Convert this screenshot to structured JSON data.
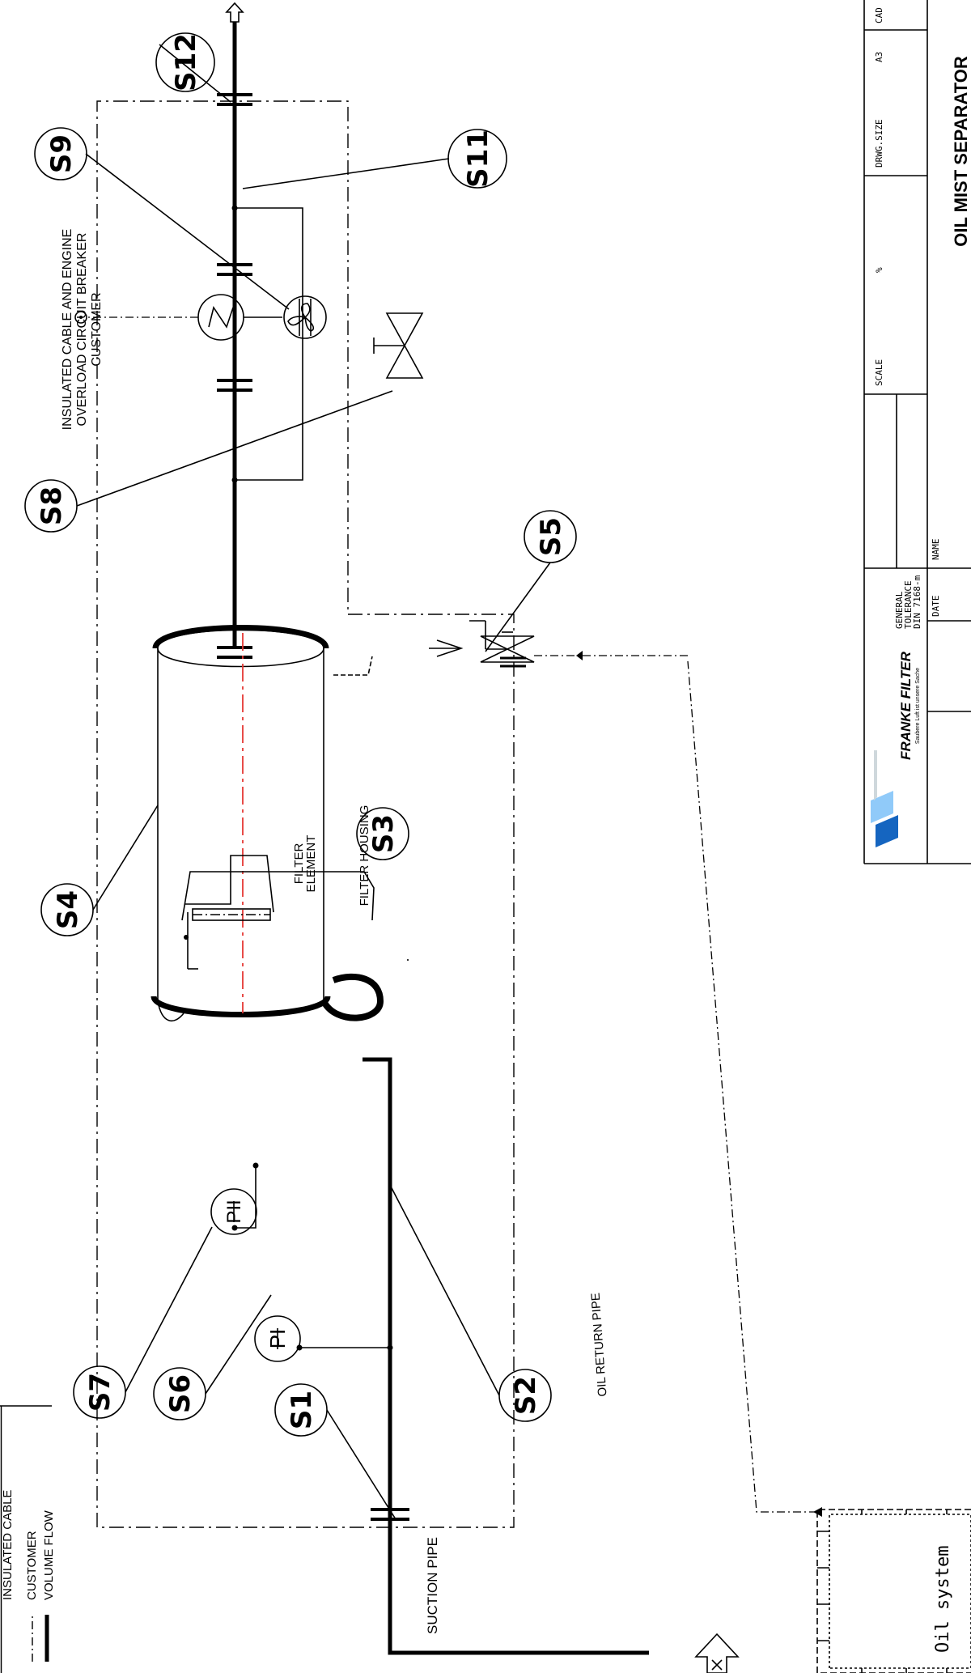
{
  "legend": {
    "items": [
      "INSULATED CABLE",
      "CUSTOMER",
      "VOLUME FLOW"
    ]
  },
  "callouts": [
    "S1",
    "S2",
    "S3",
    "S4",
    "S5",
    "S6",
    "S7",
    "S8",
    "S9",
    "S11",
    "S12"
  ],
  "labels": {
    "suction_pipe": "SUCTION PIPE",
    "oil_return_pipe": "OIL RETURN PIPE",
    "filter_element_1": "FILTER",
    "filter_element_2": "ELEMENT",
    "filter_housing": "FILTER HOUSING",
    "oil_system": "Oil system",
    "pi": "PI",
    "pii": "PII",
    "cable_note": [
      "INSULATED CABLE AND ENGINE",
      "OVERLOAD CIRCUIT BREAKER",
      "CUSTOMER"
    ]
  },
  "title_block": {
    "company": "FRANKE FILTER",
    "company_tagline": "Saubere Luft ist unsere Sache",
    "general_tolerance": [
      "GENERAL",
      "TOLERANCE",
      "DIN 7168-m"
    ],
    "date_label": "DATE",
    "name_label": "NAME",
    "scale_label": "SCALE",
    "scale_value": "%",
    "drwg_size_label": "DRWG.SIZE",
    "drwg_size_value": "A3",
    "cad_label": "CAD",
    "drawing_title": "OIL MIST SEPARATOR"
  },
  "colors": {
    "centerline": "#e53935",
    "logo_blue": "#1565c0",
    "logo_light": "#90caf9"
  }
}
